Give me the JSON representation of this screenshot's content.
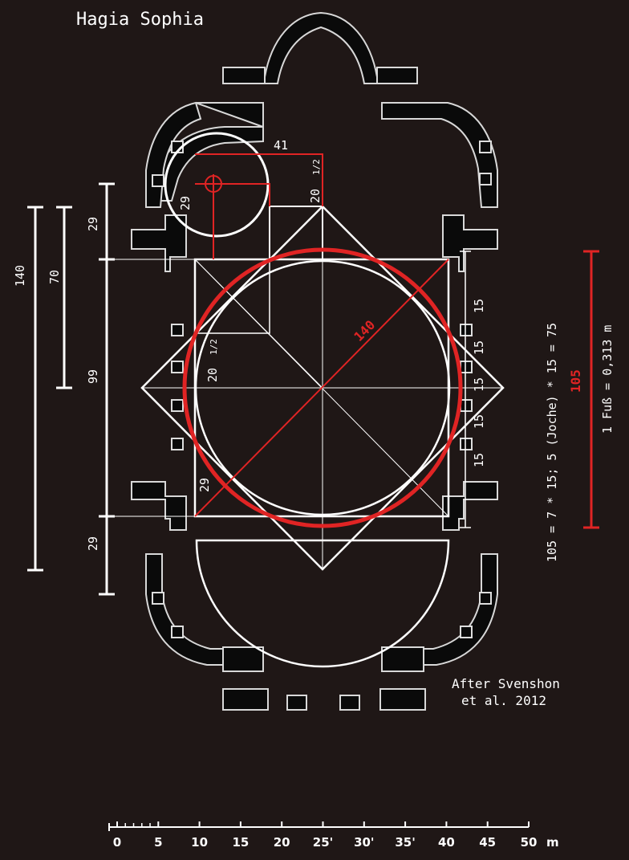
{
  "title": "Hagia Sophia",
  "credit": [
    "After Svenshon",
    "et al. 2012"
  ],
  "dimensions": {
    "top_width": "41",
    "small_circle": "29",
    "twenty_half_top": "20",
    "half_top": "1/2",
    "twenty_half_mid": "20",
    "half_mid": "1/2",
    "diag_29": "29",
    "red_diagonal": "140"
  },
  "left_dims": {
    "big": "140",
    "half": "70",
    "top": "29",
    "middle": "99",
    "bottom": "29"
  },
  "bays": [
    "15",
    "15",
    "15",
    "15",
    "15"
  ],
  "formula": "105 = 7 * 15; 5 (Joche) * 15 = 75",
  "red_bar_label": "105",
  "foot": "1 Fuß = 0,313 m",
  "scale": {
    "labels": [
      "0",
      "5",
      "10",
      "15",
      "20",
      "25'",
      "30'",
      "35'",
      "40",
      "45",
      "50"
    ],
    "unit": "m"
  }
}
